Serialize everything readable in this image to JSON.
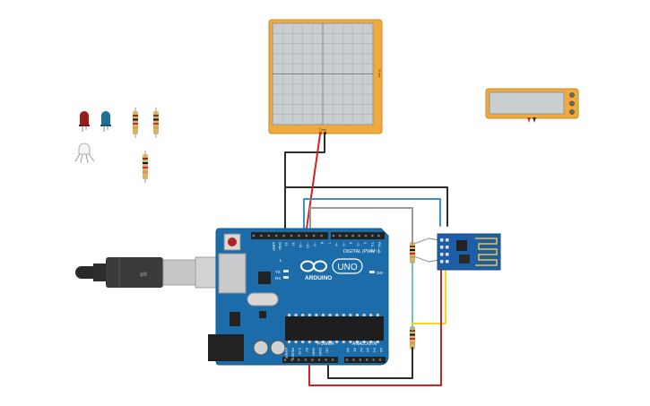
{
  "workspace": {
    "components": {
      "oscilloscope": {
        "kind": "oscilloscope",
        "side_label": "5 ms",
        "bottom_label": "Time"
      },
      "lcd": {
        "kind": "lcd-display"
      },
      "arduino": {
        "kind": "arduino-uno",
        "brand": "ARDUINO",
        "model": "UNO",
        "digital_header_label": "DIGITAL (PWM~)",
        "power_label": "POWER",
        "analog_label": "ANALOG IN",
        "on_label": "ON",
        "tx_label": "TX",
        "rx_label": "RX",
        "l_label": "L",
        "aref_label": "AREF",
        "gnd_label": "GND",
        "pin_labels_top": [
          "13",
          "12",
          "~11",
          "~10",
          "~9",
          "8",
          "7",
          "~6",
          "~5",
          "4",
          "~3",
          "2",
          "TX→1",
          "RX←0"
        ],
        "pin_labels_power": [
          "IOREF",
          "RESET",
          "3.3V",
          "5V",
          "GND",
          "GND",
          "Vin"
        ],
        "pin_labels_analog": [
          "A0",
          "A1",
          "A2",
          "A3",
          "A4",
          "A5"
        ]
      },
      "esp_module": {
        "kind": "esp8266-wifi-module"
      },
      "usb_cable": {
        "kind": "usb-cable"
      },
      "led_red": {
        "kind": "led",
        "color": "#9b1b1b"
      },
      "led_blue": {
        "kind": "led",
        "color": "#1f6f96"
      },
      "rgb_led": {
        "kind": "rgb-led"
      },
      "resistors": {
        "kind": "resistor",
        "count": 5
      }
    },
    "colors": {
      "board_blue": "#1b6ca8",
      "frame_orange": "#f0a93b",
      "screen_gray": "#c9ced1",
      "wire_black": "#2b2b2b",
      "wire_red": "#d31f1f",
      "wire_blue": "#3a8fd1",
      "wire_gray": "#9a9a9a",
      "wire_yellow": "#f2d81f",
      "wire_teal": "#6cc6c0"
    }
  }
}
